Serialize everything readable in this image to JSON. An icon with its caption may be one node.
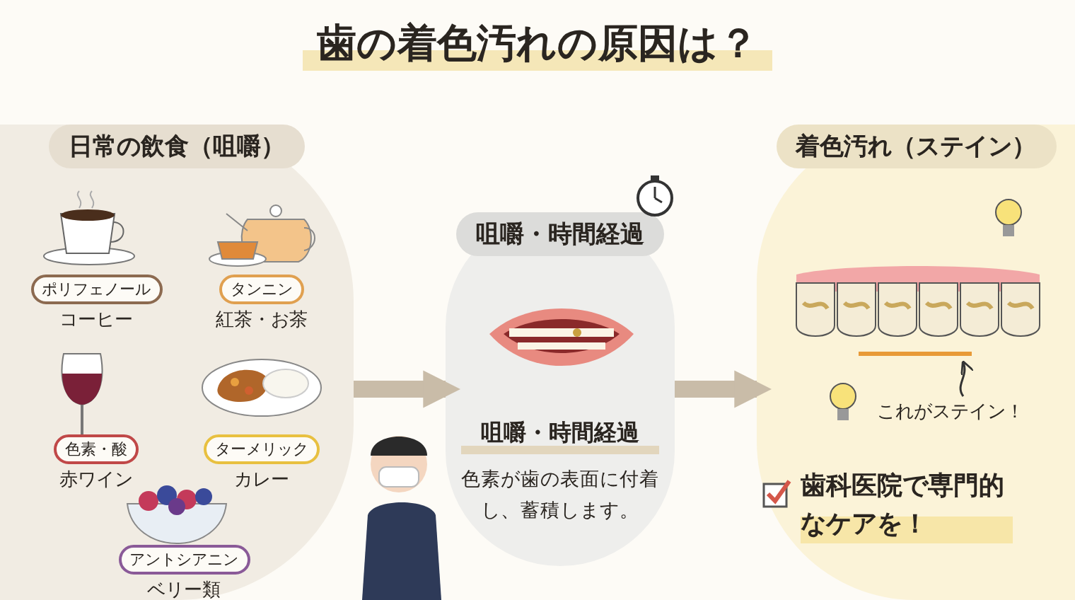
{
  "diagram": {
    "title": "歯の着色汚れの原因は？",
    "nodes": [
      {
        "text": [
          "日常の飲食（咀嚼）"
        ]
      },
      {
        "text": [
          "ポリフェノール",
          "コーヒー"
        ],
        "in": 0
      },
      {
        "text": [
          "タンニン",
          "紅茶・お茶"
        ],
        "in": 0
      },
      {
        "text": [
          "色素・酸",
          "赤ワイン"
        ],
        "in": 0
      },
      {
        "text": [
          "ターメリック",
          "カレー"
        ],
        "in": 0
      },
      {
        "text": [
          "アントシアニン",
          "ベリー類"
        ],
        "in": 0
      },
      {
        "text": [
          "咀嚼・時間経過",
          "咀嚼・時間経過",
          "色素が歯の表面に付着し、蓄積します。"
        ]
      },
      {
        "text": [
          "着色汚れ（ステイン）"
        ]
      },
      {
        "text": [],
        "shape": "picture",
        "in": 7
      },
      {
        "text": [
          "これがステイン！"
        ],
        "in": 7
      }
    ],
    "edges": [
      {
        "from": 0,
        "to": 6,
        "arrow": "to"
      },
      {
        "from": 6,
        "to": 7,
        "arrow": "to"
      },
      {
        "from": 9,
        "to": 8,
        "arrow": "to",
        "color": "#333333"
      }
    ],
    "labels": [
      "歯科医院で専門的なケアを！"
    ]
  }
}
